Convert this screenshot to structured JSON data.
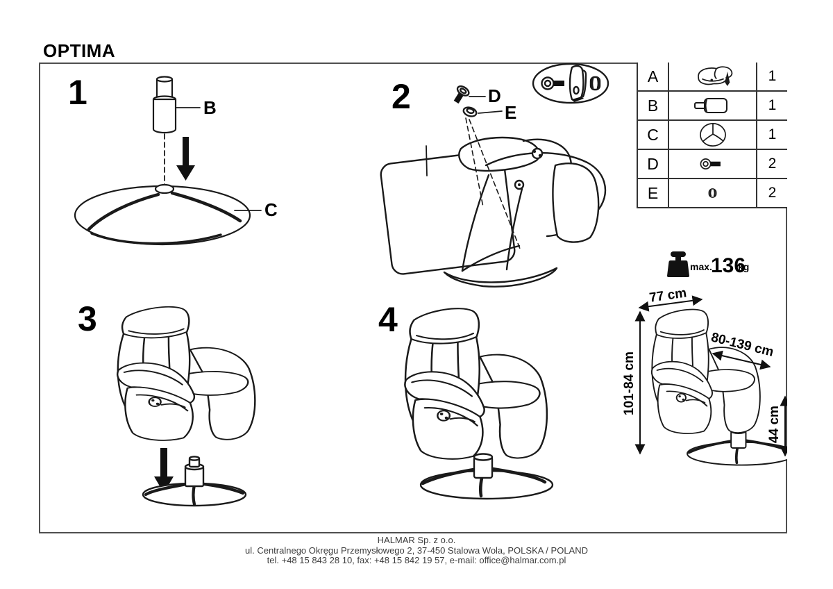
{
  "title": "OPTIMA",
  "steps": {
    "s1": {
      "number": "1",
      "label_b": "B",
      "label_c": "C"
    },
    "s2": {
      "number": "2",
      "label_d": "D",
      "label_e": "E"
    },
    "s3": {
      "number": "3"
    },
    "s4": {
      "number": "4"
    }
  },
  "parts_table": {
    "rows": [
      {
        "part": "A",
        "qty": "1",
        "icon": "armchair-part-icon"
      },
      {
        "part": "B",
        "qty": "1",
        "icon": "gas-lift-part-icon"
      },
      {
        "part": "C",
        "qty": "1",
        "icon": "spoke-base-part-icon"
      },
      {
        "part": "D",
        "qty": "2",
        "icon": "bolt-part-icon"
      },
      {
        "part": "E",
        "qty": "2",
        "icon": "spacer-part-icon"
      }
    ]
  },
  "weight_limit": {
    "prefix": "max.",
    "value": "136",
    "unit": "kg"
  },
  "dimensions": {
    "width": "77 cm",
    "height": "101-84 cm",
    "depth": "80-139 cm",
    "seat_height": "44 cm"
  },
  "footer": {
    "company": "HALMAR Sp. z o.o.",
    "address": "ul. Centralnego Okręgu Przemysłowego 2, 37-450 Stalowa Wola, POLSKA / POLAND",
    "contact": "tel. +48 15 843 28 10, fax: +48 15 842 19 57, e-mail: office@halmar.com.pl"
  },
  "colors": {
    "line": "#1a1a1a",
    "frame_border": "#4f4f4f",
    "background": "#ffffff"
  }
}
